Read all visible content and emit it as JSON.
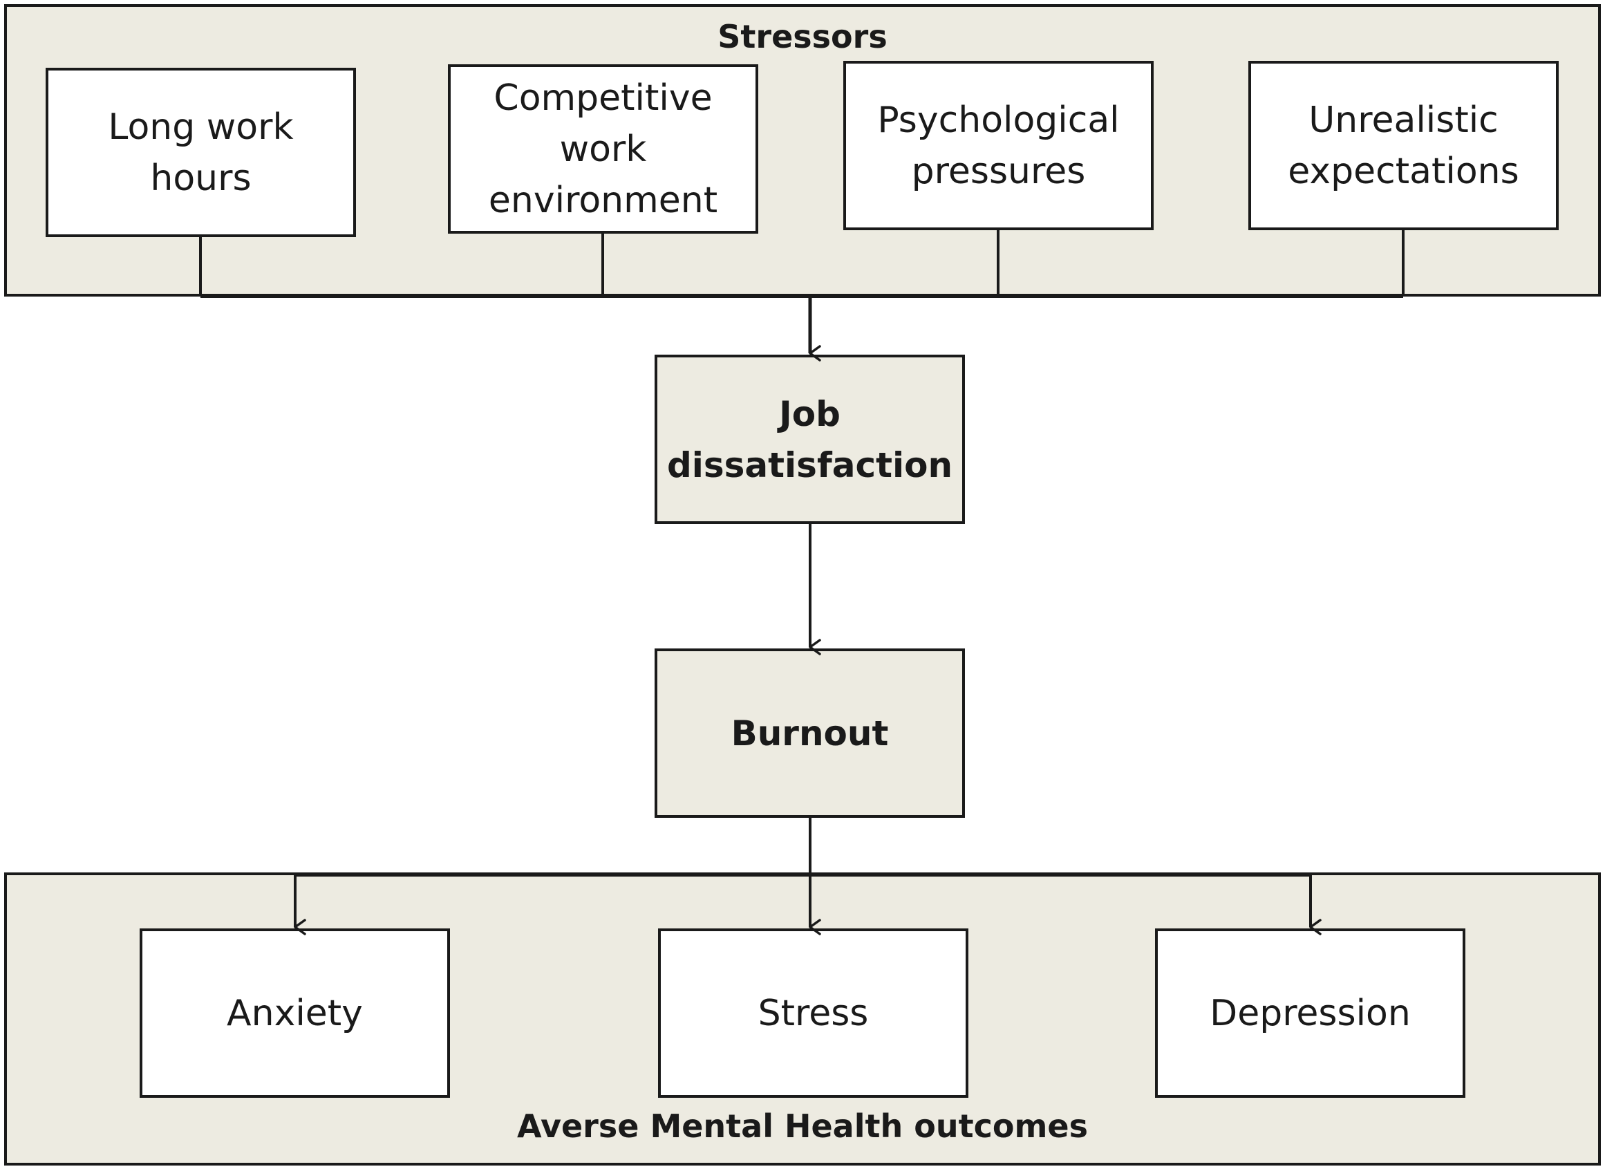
{
  "stressors": {
    "title": "Stressors",
    "items": [
      {
        "id": "long-work-hours",
        "label": "Long work hours"
      },
      {
        "id": "competitive-work-environment",
        "label": "Competitive work environment"
      },
      {
        "id": "psychological-pressures",
        "label": "Psychological pressures"
      },
      {
        "id": "unrealistic-expectations",
        "label": "Unrealistic expectations"
      }
    ]
  },
  "flow": {
    "job_dissatisfaction": "Job dissatisfaction",
    "burnout": "Burnout"
  },
  "outcomes": {
    "title": "Averse Mental  Health outcomes",
    "items": [
      {
        "id": "anxiety",
        "label": "Anxiety"
      },
      {
        "id": "stress",
        "label": "Stress"
      },
      {
        "id": "depression",
        "label": "Depression"
      }
    ]
  },
  "colors": {
    "panel_fill": "#edebe1",
    "box_fill": "#ffffff",
    "stroke": "#1a1a1a"
  }
}
